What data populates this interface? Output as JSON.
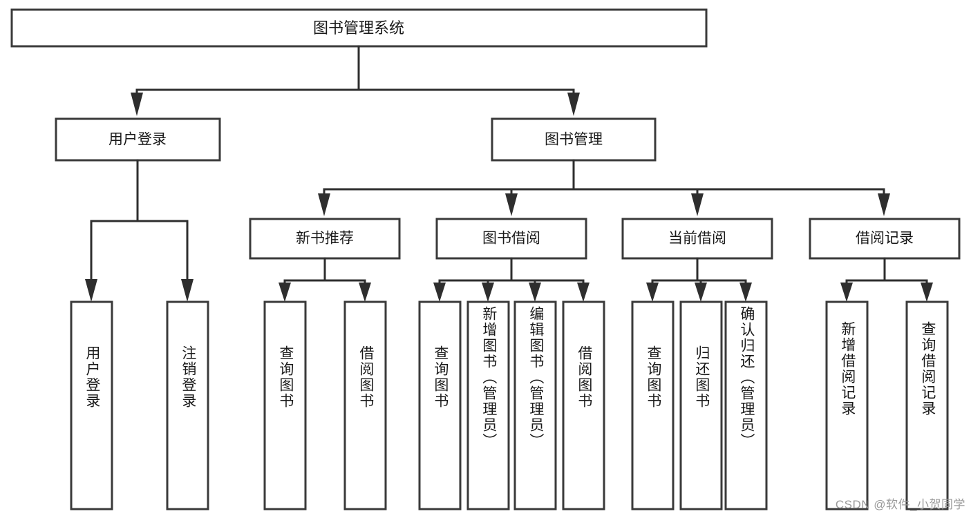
{
  "diagram": {
    "title": "图书管理系统",
    "type": "tree-hierarchy",
    "root": {
      "label": "图书管理系统"
    },
    "level1": [
      {
        "label": "用户登录"
      },
      {
        "label": "图书管理"
      }
    ],
    "level2": [
      {
        "label": "新书推荐",
        "parent": "图书管理"
      },
      {
        "label": "图书借阅",
        "parent": "图书管理"
      },
      {
        "label": "当前借阅",
        "parent": "图书管理"
      },
      {
        "label": "借阅记录",
        "parent": "图书管理"
      }
    ],
    "leaves": [
      {
        "label": "用户登录",
        "parent": "用户登录"
      },
      {
        "label": "注销登录",
        "parent": "用户登录"
      },
      {
        "label": "查询图书",
        "parent": "新书推荐"
      },
      {
        "label": "借阅图书",
        "parent": "新书推荐"
      },
      {
        "label": "查询图书",
        "parent": "图书借阅"
      },
      {
        "label": "新增图书（管理员）",
        "parent": "图书借阅"
      },
      {
        "label": "编辑图书（管理员）",
        "parent": "图书借阅"
      },
      {
        "label": "借阅图书",
        "parent": "图书借阅"
      },
      {
        "label": "查询图书",
        "parent": "当前借阅"
      },
      {
        "label": "归还图书",
        "parent": "当前借阅"
      },
      {
        "label": "确认归还（管理员）",
        "parent": "当前借阅"
      },
      {
        "label": "新增借阅记录",
        "parent": "借阅记录"
      },
      {
        "label": "查询借阅记录",
        "parent": "借阅记录"
      }
    ]
  },
  "watermark": {
    "text": "CSDN @软件_小贺同学"
  },
  "colors": {
    "box_stroke": "#3a3a3a",
    "connector": "#2e2e2e",
    "text": "#1a1a1a",
    "background": "#ffffff",
    "watermark": "#9a9a9a"
  }
}
